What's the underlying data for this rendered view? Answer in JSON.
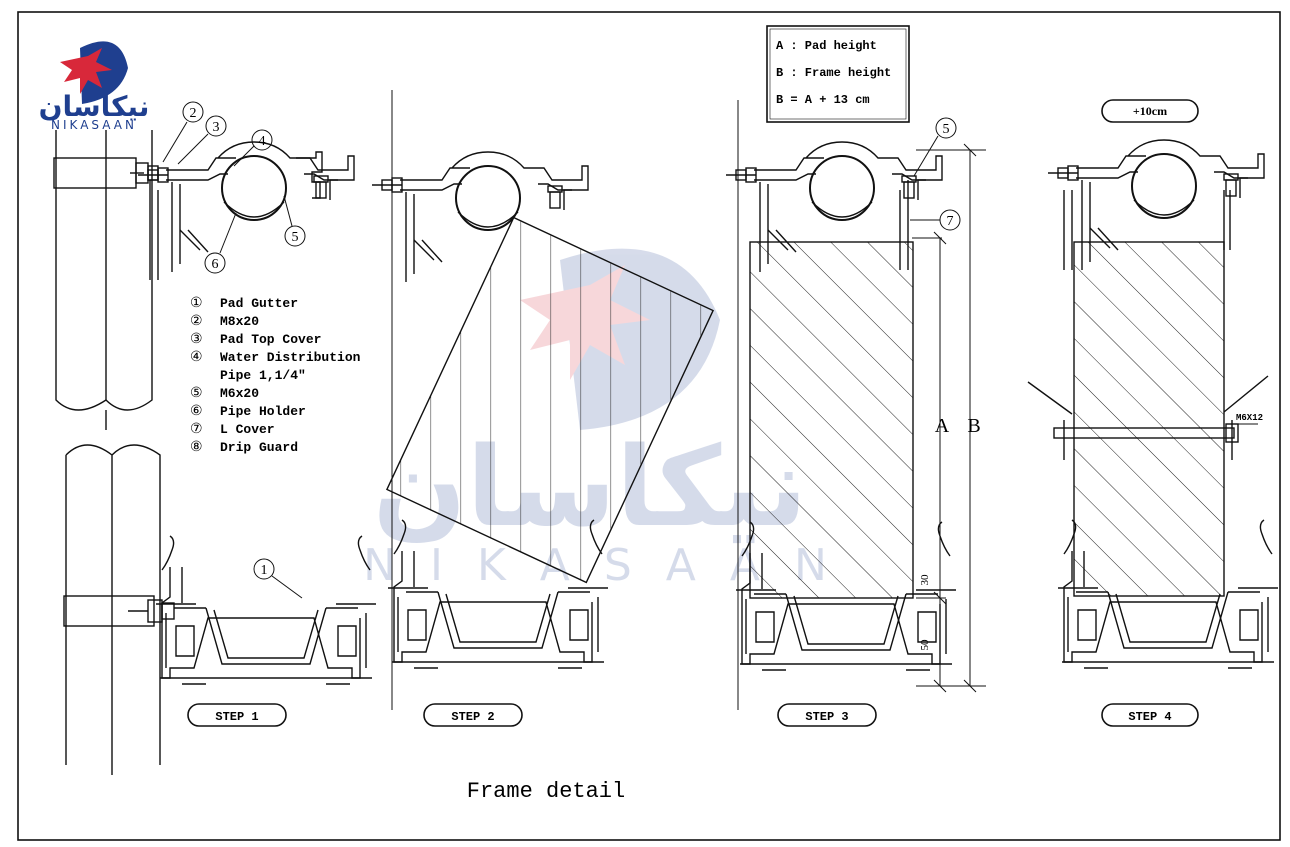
{
  "logo": {
    "persian_text": "نیکاسان",
    "latin_text": "NIKASAAN"
  },
  "watermark": {
    "persian_text": "نیکاسان",
    "latin_text": "N I K A S A A N"
  },
  "title": "Frame detail",
  "legend": [
    {
      "num": "①",
      "label": "Pad Gutter"
    },
    {
      "num": "②",
      "label": "M8x20"
    },
    {
      "num": "③",
      "label": "Pad Top Cover"
    },
    {
      "num": "④",
      "label": "Water Distribution"
    },
    {
      "num": "",
      "label": "Pipe 1,1/4\""
    },
    {
      "num": "⑤",
      "label": "M6x20"
    },
    {
      "num": "⑥",
      "label": "Pipe Holder"
    },
    {
      "num": "⑦",
      "label": "L Cover"
    },
    {
      "num": "⑧",
      "label": "Drip Guard"
    }
  ],
  "info_box": [
    "A : Pad height",
    "B : Frame height",
    "B = A + 13 cm"
  ],
  "callouts": {
    "c1": "1",
    "c2": "2",
    "c3": "3",
    "c4": "4",
    "c5": "5",
    "c6": "6",
    "c7": "7"
  },
  "dimensions": {
    "a": "A",
    "b": "B",
    "d30": "30",
    "d50": "50",
    "plus10": "+10cm",
    "bolt": "M6X12"
  },
  "steps": [
    "STEP 1",
    "STEP 2",
    "STEP 3",
    "STEP 4"
  ],
  "colors": {
    "line": "#111111",
    "logo_blue": "#1f3f8f",
    "logo_red": "#d8283a"
  }
}
